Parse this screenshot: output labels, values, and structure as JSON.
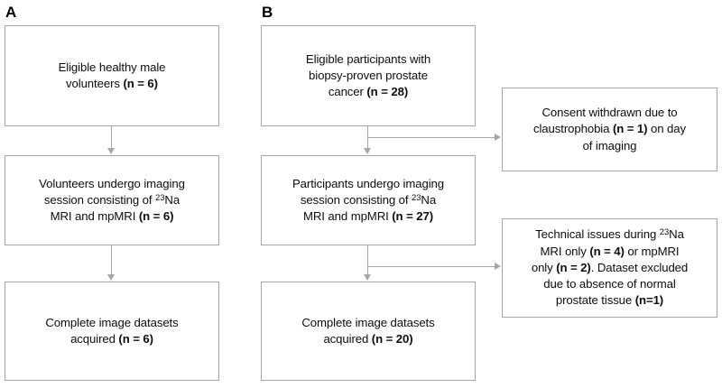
{
  "figure": {
    "type": "flowchart",
    "panels": [
      {
        "label": "A",
        "boxes": [
          {
            "name": "eligible-volunteers",
            "text": "Eligible healthy male\nvolunteers <b>(n = 6)</b>"
          },
          {
            "name": "volunteers-imaging-session",
            "text": "Volunteers undergo imaging\nsession consisting of <sup>23</sup>Na\nMRI and mpMRI <b>(n = 6)</b>"
          },
          {
            "name": "complete-datasets-a",
            "text": "Complete image datasets\nacquired <b>(n = 6)</b>"
          }
        ]
      },
      {
        "label": "B",
        "boxes": [
          {
            "name": "eligible-participants",
            "text": "Eligible participants with\nbiopsy-proven prostate\ncancer <b>(n = 28)</b>"
          },
          {
            "name": "participants-imaging-session",
            "text": "Participants undergo imaging\nsession consisting of <sup>23</sup>Na\nMRI and mpMRI <b>(n = 27)</b>"
          },
          {
            "name": "complete-datasets-b",
            "text": "Complete image datasets\nacquired <b>(n = 20)</b>"
          }
        ],
        "exclusions": [
          {
            "name": "consent-withdrawn",
            "text": "Consent withdrawn due to\nclaustrophobia <b>(n = 1)</b> on day\nof imaging"
          },
          {
            "name": "technical-issues",
            "text": "Technical issues during <sup>23</sup>Na\nMRI only <b>(n = 4)</b> or mpMRI\nonly <b>(n = 2)</b>. Dataset excluded\ndue to absence of normal\nprostate tissue <b>(n=1)</b>"
          }
        ]
      }
    ],
    "colors": {
      "box_border": "#a6a6a6",
      "connector": "#a6a6a6",
      "text": "#0d0d0d",
      "background": "#ffffff"
    }
  }
}
